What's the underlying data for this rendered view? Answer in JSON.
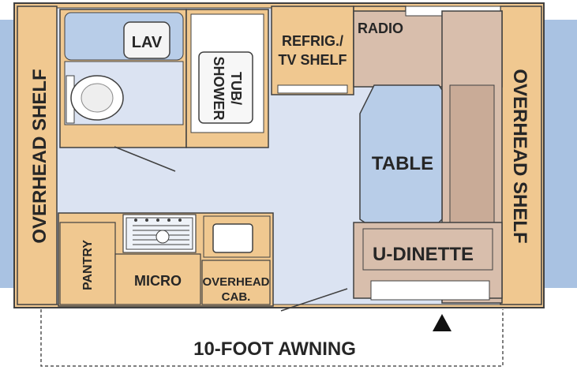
{
  "labels": {
    "lav": "LAV",
    "tub_line1": "TUB/",
    "tub_line2": "SHOWER",
    "refrig_line1": "REFRIG./",
    "refrig_line2": "TV SHELF",
    "radio": "RADIO",
    "table": "TABLE",
    "u_dinette": "U-DINETTE",
    "overhead_shelf_left": "OVERHEAD SHELF",
    "overhead_shelf_right": "OVERHEAD SHELF",
    "pantry": "PANTRY",
    "micro": "MICRO",
    "overhead_cab_line1": "OVERHEAD",
    "overhead_cab_line2": "CAB.",
    "awning": "10-FOOT AWNING"
  },
  "colors": {
    "wood": "#f0c890",
    "floor": "#dbe3f2",
    "blue": "#b8cde8",
    "dinette": "#d8beac",
    "outline": "#404040"
  }
}
